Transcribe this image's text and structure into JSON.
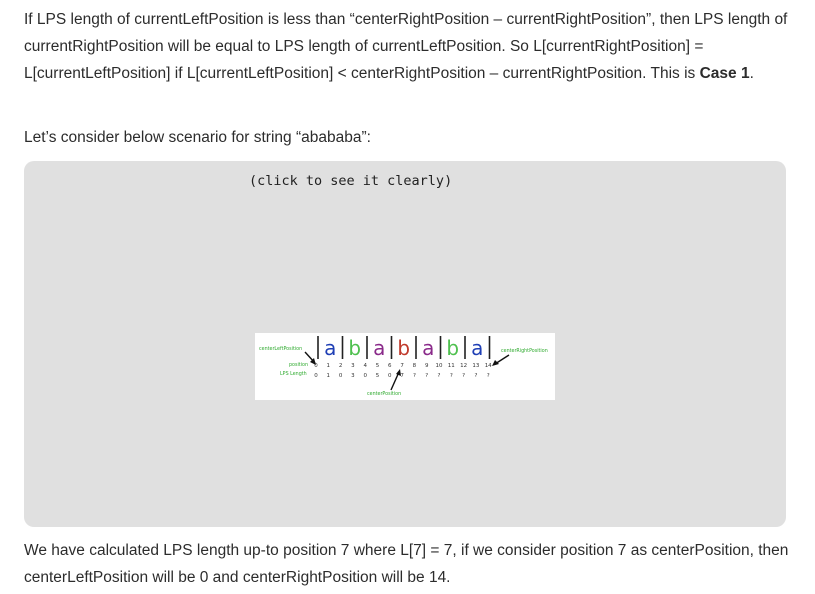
{
  "p1": {
    "t1": "If LPS length of currentLeftPosition is less than “centerRightPosition – currentRightPosition”, then LPS length of currentRightPosition will be equal to LPS length of currentLeftPosition. So L[currentRightPosition] = L[currentLeftPosition] if L[currentLeftPosition] < centerRightPosition – currentRightPosition. This is ",
    "bold": "Case 1",
    "t2": "."
  },
  "p2": "Let’s consider below scenario for string “abababa”:",
  "box": {
    "caption": "(click to see it clearly)"
  },
  "figure": {
    "letters": [
      "a",
      "b",
      "a",
      "b",
      "a",
      "b",
      "a"
    ],
    "letter_colors": [
      "#1f3fb5",
      "#4ec04e",
      "#8a2a8a",
      "#c0392b",
      "#8a2a8a",
      "#4ec04e",
      "#1f3fb5"
    ],
    "positions": [
      "0",
      "1",
      "2",
      "3",
      "4",
      "5",
      "6",
      "7",
      "8",
      "9",
      "10",
      "11",
      "12",
      "13",
      "14"
    ],
    "lps": [
      "0",
      "1",
      "0",
      "3",
      "0",
      "5",
      "0",
      "7",
      "?",
      "?",
      "?",
      "?",
      "?",
      "?",
      "?"
    ],
    "label_center_left": "centerLeftPosition",
    "label_center_right": "centerRightPosition",
    "label_position": "position",
    "label_lps": "LPS Length",
    "label_center": "centerPosition",
    "label_color": "#2eaa2e"
  },
  "p3": "We have calculated LPS length up-to position 7 where L[7] = 7, if we consider position 7 as centerPosition, then centerLeftPosition will be 0 and centerRightPosition will be 14."
}
